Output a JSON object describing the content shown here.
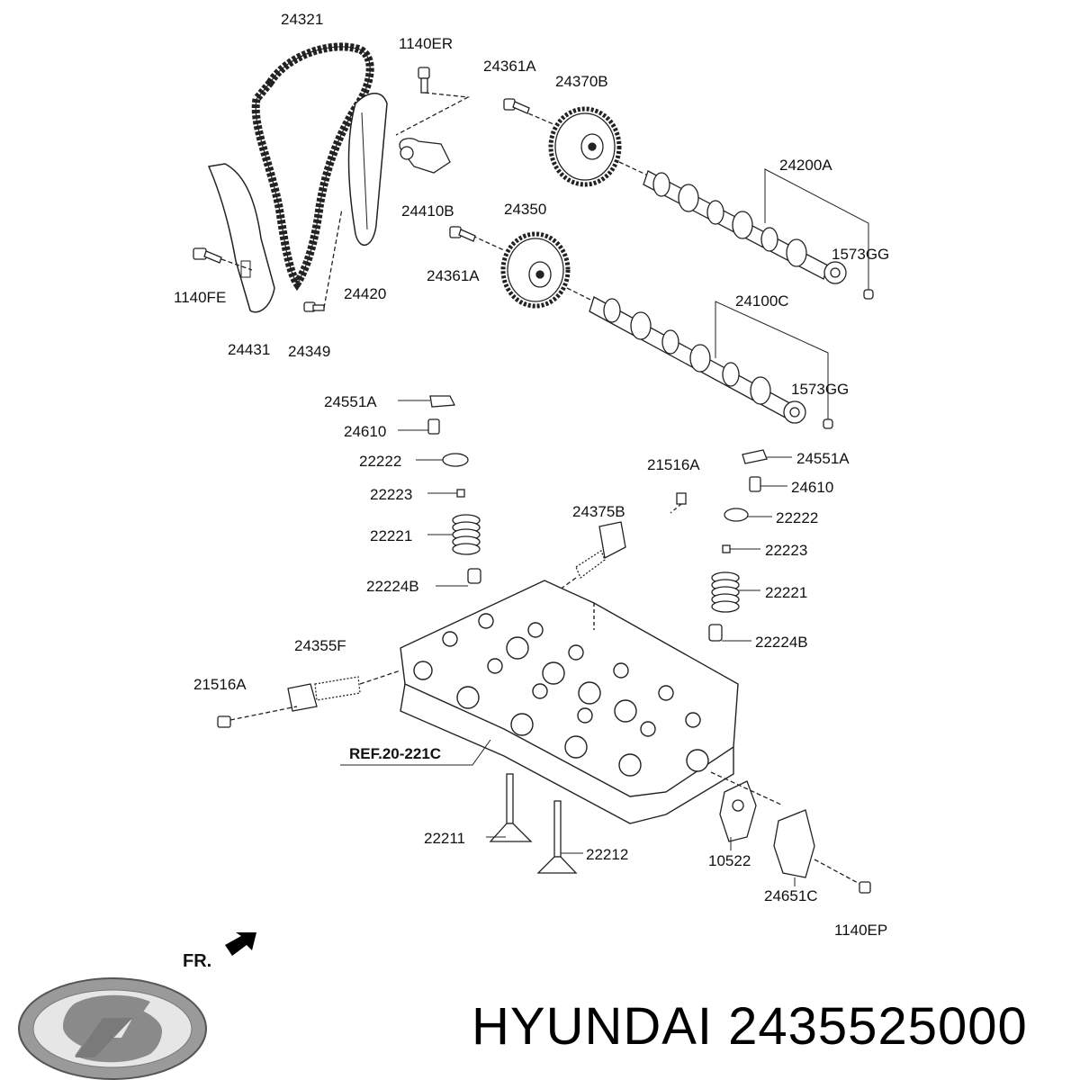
{
  "brand": {
    "name": "HYUNDAI",
    "part_number": "2435525000",
    "logo": "hyundai-logo"
  },
  "direction_marker": {
    "label": "FR.",
    "icon": "forward-arrow-icon"
  },
  "reference": {
    "label": "REF.20-221C"
  },
  "callouts": [
    {
      "id": "24321",
      "text": "24321"
    },
    {
      "id": "1140ER",
      "text": "1140ER"
    },
    {
      "id": "24361A_top",
      "text": "24361A"
    },
    {
      "id": "24370B",
      "text": "24370B"
    },
    {
      "id": "24200A",
      "text": "24200A"
    },
    {
      "id": "24410B",
      "text": "24410B"
    },
    {
      "id": "24350",
      "text": "24350"
    },
    {
      "id": "24361A_mid",
      "text": "24361A"
    },
    {
      "id": "1573GG_top",
      "text": "1573GG"
    },
    {
      "id": "1140FE",
      "text": "1140FE"
    },
    {
      "id": "24420",
      "text": "24420"
    },
    {
      "id": "24100C",
      "text": "24100C"
    },
    {
      "id": "24431",
      "text": "24431"
    },
    {
      "id": "24349",
      "text": "24349"
    },
    {
      "id": "1573GG_mid",
      "text": "1573GG"
    },
    {
      "id": "24551A_left",
      "text": "24551A"
    },
    {
      "id": "24610_left",
      "text": "24610"
    },
    {
      "id": "22222_left",
      "text": "22222"
    },
    {
      "id": "24551A_right",
      "text": "24551A"
    },
    {
      "id": "21516A_top",
      "text": "21516A"
    },
    {
      "id": "22223_left",
      "text": "22223"
    },
    {
      "id": "24610_right",
      "text": "24610"
    },
    {
      "id": "24375B",
      "text": "24375B"
    },
    {
      "id": "22222_right",
      "text": "22222"
    },
    {
      "id": "22221_left",
      "text": "22221"
    },
    {
      "id": "22223_right",
      "text": "22223"
    },
    {
      "id": "22224B_left",
      "text": "22224B"
    },
    {
      "id": "22221_right",
      "text": "22221"
    },
    {
      "id": "22224B_right",
      "text": "22224B"
    },
    {
      "id": "24355F",
      "text": "24355F"
    },
    {
      "id": "21516A_left",
      "text": "21516A"
    },
    {
      "id": "22211",
      "text": "22211"
    },
    {
      "id": "22212",
      "text": "22212"
    },
    {
      "id": "10522",
      "text": "10522"
    },
    {
      "id": "24651C",
      "text": "24651C"
    },
    {
      "id": "1140EP",
      "text": "1140EP"
    }
  ]
}
